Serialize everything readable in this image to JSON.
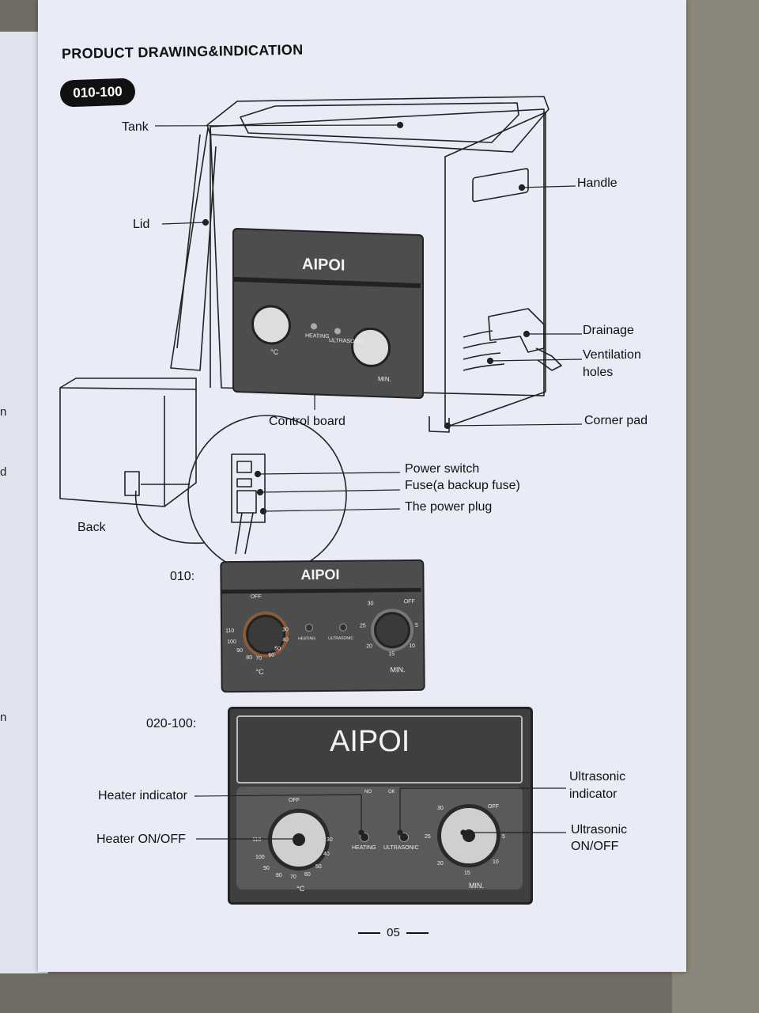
{
  "left_page": {
    "fragments": [
      "n",
      "d",
      "n"
    ]
  },
  "page": {
    "title": "PRODUCT DRAWING&INDICATION",
    "model_badge": "010-100",
    "page_number": "05"
  },
  "main_drawing": {
    "labels": {
      "tank": "Tank",
      "lid": "Lid",
      "handle": "Handle",
      "drainage": "Drainage",
      "ventilation_line1": "Ventilation",
      "ventilation_line2": "holes",
      "control_board": "Control board",
      "corner_pad": "Corner pad"
    },
    "panel": {
      "brand": "AIPOI",
      "heating": "HEATING",
      "ultrasonic": "ULTRASONIC",
      "unit_c": "°C",
      "unit_min": "MIN."
    }
  },
  "back_drawing": {
    "label": "Back",
    "power_switch": "Power switch",
    "fuse": "Fuse(a backup fuse)",
    "power_plug": "The power plug"
  },
  "panel_010": {
    "label": "010:",
    "brand": "AIPOI",
    "heating": "HEATING",
    "ultrasonic": "ULTRASONIC",
    "unit_c": "°C",
    "unit_min": "MIN.",
    "temp_ticks": [
      "OFF",
      "110",
      "100",
      "90",
      "80",
      "70",
      "60",
      "50",
      "40",
      "30"
    ],
    "time_ticks": [
      "30",
      "OFF",
      "5",
      "10",
      "15",
      "20",
      "25"
    ]
  },
  "panel_020": {
    "label": "020-100:",
    "brand": "AIPOI",
    "heating": "HEATING",
    "ultrasonic": "ULTRASONIC",
    "no": "NO",
    "ok": "OK",
    "unit_c": "°C",
    "unit_min": "MIN.",
    "temp_ticks": [
      "OFF",
      "110",
      "100",
      "90",
      "80",
      "70",
      "60",
      "50",
      "40",
      "30"
    ],
    "time_ticks": [
      "30",
      "OFF",
      "5",
      "10",
      "15",
      "20",
      "25"
    ],
    "heater_indicator": "Heater indicator",
    "heater_onoff": "Heater ON/OFF",
    "ultrasonic_indicator_line1": "Ultrasonic",
    "ultrasonic_indicator_line2": "indicator",
    "ultrasonic_onoff_line1": "Ultrasonic",
    "ultrasonic_onoff_line2": "ON/OFF"
  }
}
